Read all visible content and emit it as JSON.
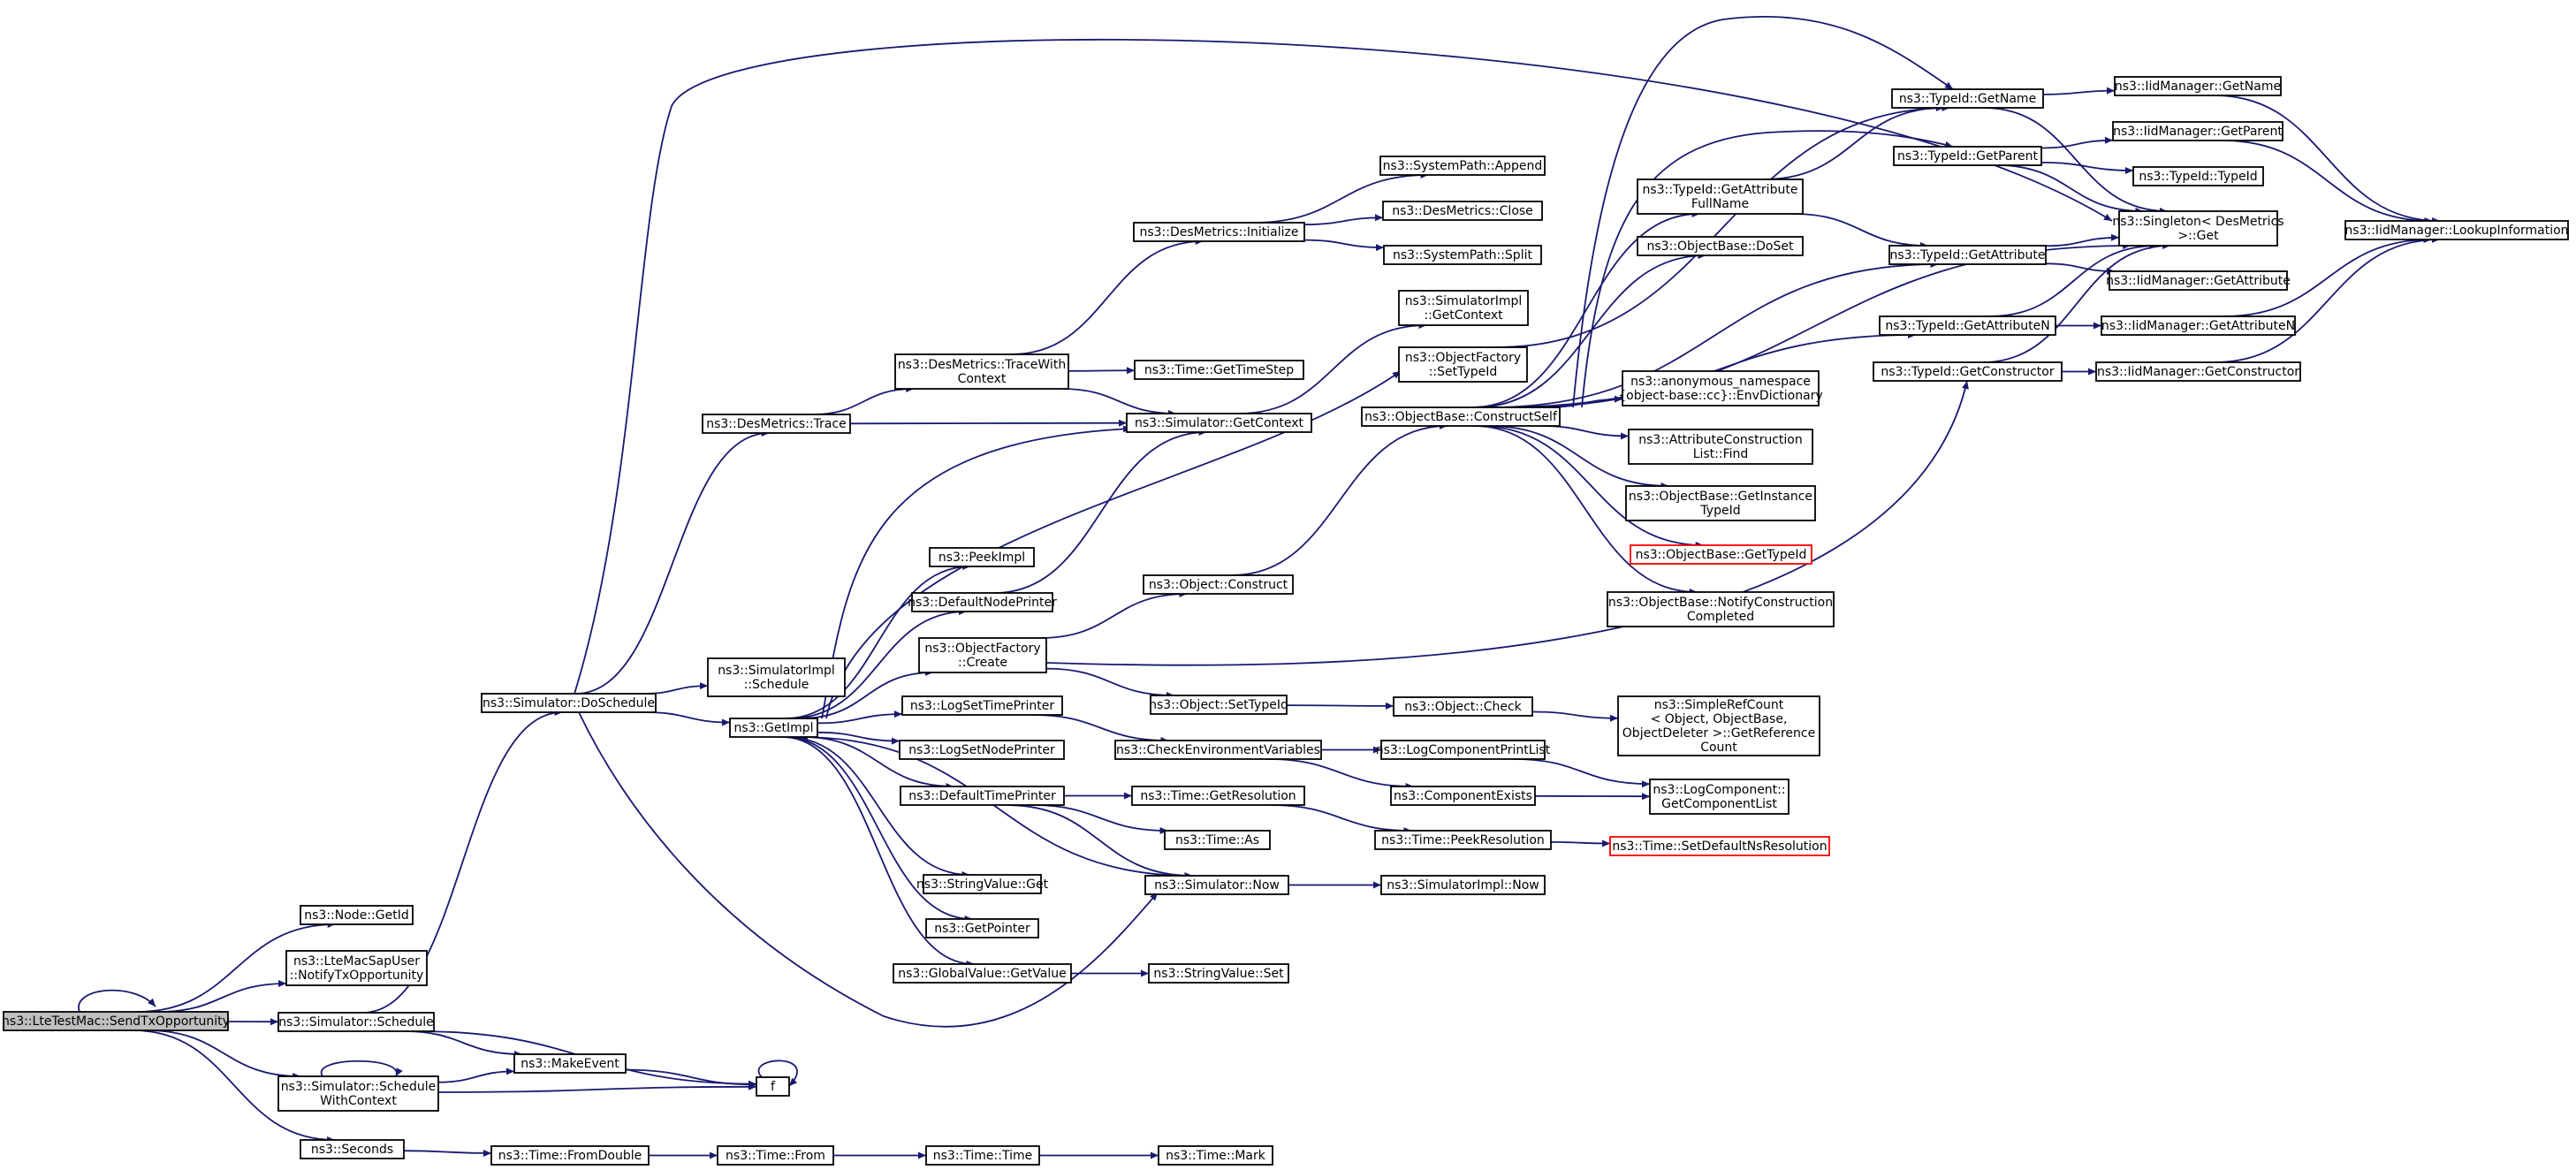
{
  "graph": {
    "colors": {
      "edge": "#191970",
      "root_fill": "#bfbfbf",
      "border": "#000000",
      "truncated_border": "#ff0000"
    },
    "nodes": [
      {
        "id": "root",
        "lines": [
          "ns3::LteTestMac::SendTxOpportunity"
        ],
        "kind": "root"
      },
      {
        "id": "getid",
        "lines": [
          "ns3::Node::GetId"
        ]
      },
      {
        "id": "notify",
        "lines": [
          "ns3::LteMacSapUser",
          "::NotifyTxOpportunity"
        ]
      },
      {
        "id": "schedule",
        "lines": [
          "ns3::Simulator::Schedule"
        ]
      },
      {
        "id": "schedwc",
        "lines": [
          "ns3::Simulator::Schedule",
          "WithContext"
        ]
      },
      {
        "id": "seconds",
        "lines": [
          "ns3::Seconds"
        ]
      },
      {
        "id": "makeevent",
        "lines": [
          "ns3::MakeEvent"
        ]
      },
      {
        "id": "f",
        "lines": [
          "f"
        ]
      },
      {
        "id": "fromdouble",
        "lines": [
          "ns3::Time::FromDouble"
        ]
      },
      {
        "id": "from",
        "lines": [
          "ns3::Time::From"
        ]
      },
      {
        "id": "timetime",
        "lines": [
          "ns3::Time::Time"
        ]
      },
      {
        "id": "mark",
        "lines": [
          "ns3::Time::Mark"
        ]
      },
      {
        "id": "doschedule",
        "lines": [
          "ns3::Simulator::DoSchedule"
        ]
      },
      {
        "id": "desmtrace",
        "lines": [
          "ns3::DesMetrics::Trace"
        ]
      },
      {
        "id": "implsched",
        "lines": [
          "ns3::SimulatorImpl",
          "::Schedule"
        ]
      },
      {
        "id": "getimpl",
        "lines": [
          "ns3::GetImpl"
        ]
      },
      {
        "id": "tracewc",
        "lines": [
          "ns3::DesMetrics::TraceWith",
          "Context"
        ]
      },
      {
        "id": "desminit",
        "lines": [
          "ns3::DesMetrics::Initialize"
        ]
      },
      {
        "id": "sysappend",
        "lines": [
          "ns3::SystemPath::Append"
        ]
      },
      {
        "id": "desmclose",
        "lines": [
          "ns3::DesMetrics::Close"
        ]
      },
      {
        "id": "syssplit",
        "lines": [
          "ns3::SystemPath::Split"
        ]
      },
      {
        "id": "gettimestep",
        "lines": [
          "ns3::Time::GetTimeStep"
        ]
      },
      {
        "id": "simgetctx",
        "lines": [
          "ns3::Simulator::GetContext"
        ]
      },
      {
        "id": "implgetctx",
        "lines": [
          "ns3::SimulatorImpl",
          "::GetContext"
        ]
      },
      {
        "id": "ofsettypeid",
        "lines": [
          "ns3::ObjectFactory",
          "::SetTypeId"
        ]
      },
      {
        "id": "peekimpl",
        "lines": [
          "ns3::PeekImpl"
        ]
      },
      {
        "id": "defnodeprinter",
        "lines": [
          "ns3::DefaultNodePrinter"
        ]
      },
      {
        "id": "ofcreate",
        "lines": [
          "ns3::ObjectFactory",
          "::Create"
        ]
      },
      {
        "id": "logsettime",
        "lines": [
          "ns3::LogSetTimePrinter"
        ]
      },
      {
        "id": "logsetnode",
        "lines": [
          "ns3::LogSetNodePrinter"
        ]
      },
      {
        "id": "deftimeprinter",
        "lines": [
          "ns3::DefaultTimePrinter"
        ]
      },
      {
        "id": "strvalget",
        "lines": [
          "ns3::StringValue::Get"
        ]
      },
      {
        "id": "getpointer",
        "lines": [
          "ns3::GetPointer"
        ]
      },
      {
        "id": "globalget",
        "lines": [
          "ns3::GlobalValue::GetValue"
        ]
      },
      {
        "id": "strvalset",
        "lines": [
          "ns3::StringValue::Set"
        ]
      },
      {
        "id": "objconstruct",
        "lines": [
          "ns3::Object::Construct"
        ]
      },
      {
        "id": "objsettypeid",
        "lines": [
          "ns3::Object::SetTypeId"
        ]
      },
      {
        "id": "objcheck",
        "lines": [
          "ns3::Object::Check"
        ]
      },
      {
        "id": "checkenv",
        "lines": [
          "ns3::CheckEnvironmentVariables"
        ]
      },
      {
        "id": "gettimeres",
        "lines": [
          "ns3::Time::GetResolution"
        ]
      },
      {
        "id": "timeas",
        "lines": [
          "ns3::Time::As"
        ]
      },
      {
        "id": "simnow",
        "lines": [
          "ns3::Simulator::Now"
        ]
      },
      {
        "id": "implnow",
        "lines": [
          "ns3::SimulatorImpl::Now"
        ]
      },
      {
        "id": "logcompprint",
        "lines": [
          "ns3::LogComponentPrintList"
        ]
      },
      {
        "id": "compexists",
        "lines": [
          "ns3::ComponentExists"
        ]
      },
      {
        "id": "peekres",
        "lines": [
          "ns3::Time::PeekResolution"
        ]
      },
      {
        "id": "setdefres",
        "lines": [
          "ns3::Time::SetDefaultNsResolution"
        ],
        "kind": "trunc"
      },
      {
        "id": "simplerefcount",
        "lines": [
          "ns3::SimpleRefCount",
          "< Object, ObjectBase,",
          "ObjectDeleter >::GetReference",
          "Count"
        ]
      },
      {
        "id": "logcompgetlist",
        "lines": [
          "ns3::LogComponent::",
          "GetComponentList"
        ]
      },
      {
        "id": "constructself",
        "lines": [
          "ns3::ObjectBase::ConstructSelf"
        ]
      },
      {
        "id": "getattrfull",
        "lines": [
          "ns3::TypeId::GetAttribute",
          "FullName"
        ]
      },
      {
        "id": "obdoset",
        "lines": [
          "ns3::ObjectBase::DoSet"
        ]
      },
      {
        "id": "envdict",
        "lines": [
          "ns3::anonymous_namespace",
          "{object-base::cc}::EnvDictionary"
        ]
      },
      {
        "id": "attrfind",
        "lines": [
          "ns3::AttributeConstruction",
          "List::Find"
        ]
      },
      {
        "id": "obgetinst",
        "lines": [
          "ns3::ObjectBase::GetInstance",
          "TypeId"
        ]
      },
      {
        "id": "obgettypeid",
        "lines": [
          "ns3::ObjectBase::GetTypeId"
        ],
        "kind": "trunc"
      },
      {
        "id": "obnotify",
        "lines": [
          "ns3::ObjectBase::NotifyConstruction",
          "Completed"
        ]
      },
      {
        "id": "tidgetname",
        "lines": [
          "ns3::TypeId::GetName"
        ]
      },
      {
        "id": "tidgetparent",
        "lines": [
          "ns3::TypeId::GetParent"
        ]
      },
      {
        "id": "tidgetattr",
        "lines": [
          "ns3::TypeId::GetAttribute"
        ]
      },
      {
        "id": "tidgetattrn",
        "lines": [
          "ns3::TypeId::GetAttributeN"
        ]
      },
      {
        "id": "tidgetctor",
        "lines": [
          "ns3::TypeId::GetConstructor"
        ]
      },
      {
        "id": "iidgetname",
        "lines": [
          "ns3::IidManager::GetName"
        ]
      },
      {
        "id": "iidgetparent",
        "lines": [
          "ns3::IidManager::GetParent"
        ]
      },
      {
        "id": "tidtypeid",
        "lines": [
          "ns3::TypeId::TypeId"
        ]
      },
      {
        "id": "singleton",
        "lines": [
          "ns3::Singleton< DesMetrics",
          ">::Get"
        ]
      },
      {
        "id": "iidgetattr",
        "lines": [
          "ns3::IidManager::GetAttribute"
        ]
      },
      {
        "id": "iidgetattrn",
        "lines": [
          "ns3::IidManager::GetAttributeN"
        ]
      },
      {
        "id": "iidgetctor",
        "lines": [
          "ns3::IidManager::GetConstructor"
        ]
      },
      {
        "id": "iidlookup",
        "lines": [
          "ns3::IidManager::LookupInformation"
        ]
      }
    ]
  }
}
